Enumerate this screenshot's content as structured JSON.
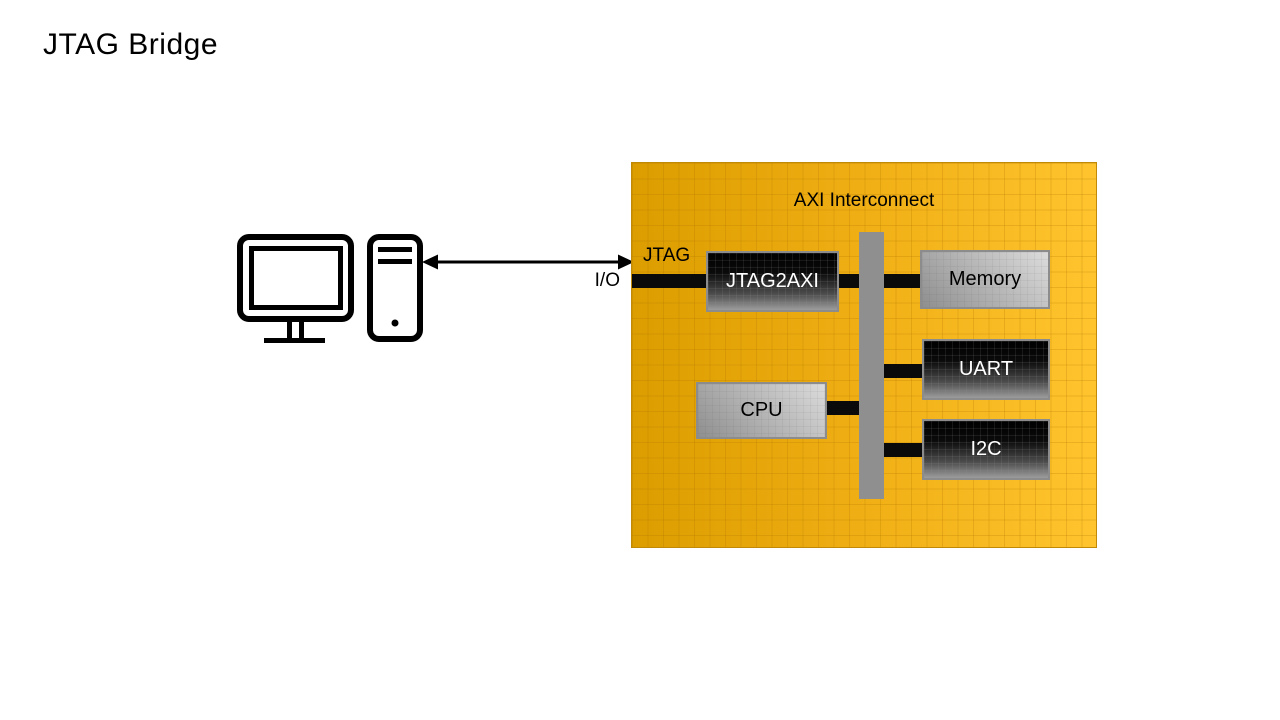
{
  "page": {
    "title": "JTAG Bridge"
  },
  "labels": {
    "io": "I/O",
    "jtag": "JTAG",
    "interconnect_title": "AXI Interconnect"
  },
  "blocks": {
    "jtag2axi": {
      "label": "JTAG2AXI",
      "style": "dark"
    },
    "memory": {
      "label": "Memory",
      "style": "light"
    },
    "uart": {
      "label": "UART",
      "style": "dark"
    },
    "cpu": {
      "label": "CPU",
      "style": "light"
    },
    "i2c": {
      "label": "I2C",
      "style": "dark"
    }
  },
  "icons": {
    "host": "desktop-computer-icon",
    "link": "bidirectional-arrow-icon"
  },
  "colors": {
    "interconnect_gradient_left": "#db9d00",
    "interconnect_gradient_right": "#ffc42e",
    "interconnect_border": "#c08a06",
    "bus_bar": "#8f8f8f",
    "connector": "#0a0a0a",
    "block_border": "#8c8c8c",
    "dark_block_top": "#000000",
    "dark_block_bottom": "#9c9c9c",
    "light_block_dark": "#8f8f8f",
    "light_block_light": "#dcdcdc",
    "text_on_dark": "#ffffff",
    "text_on_light": "#000000"
  }
}
